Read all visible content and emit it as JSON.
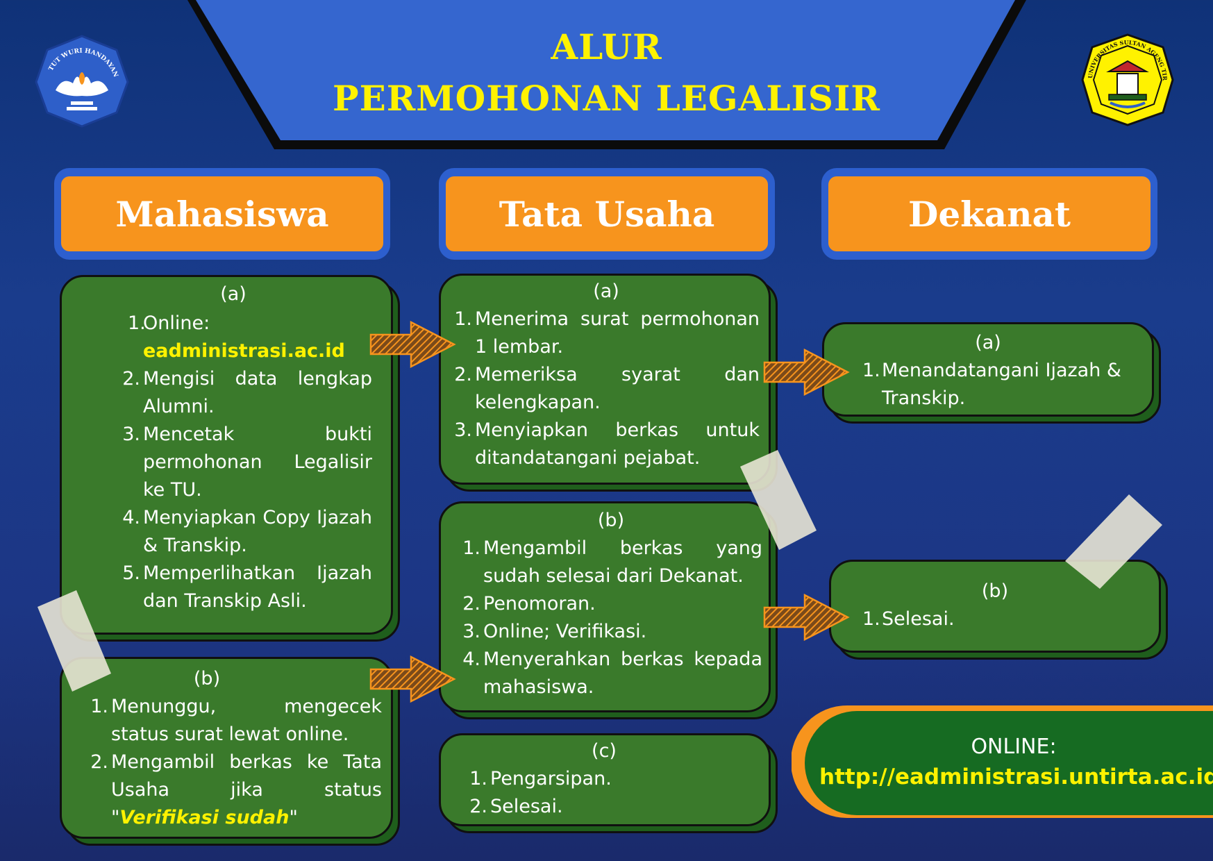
{
  "header": {
    "title_line1": "ALUR",
    "title_line2": "PERMOHONAN LEGALISIR",
    "left_logo_text": "TUT WURI HANDAYANI",
    "right_logo_text": "UNIVERSITAS SULTAN AGENG TIRTAYASA"
  },
  "columns": {
    "mahasiswa": "Mahasiswa",
    "tata_usaha": "Tata Usaha",
    "dekanat": "Dekanat"
  },
  "mahasiswa": {
    "a": {
      "label": "(a)",
      "items": [
        {
          "num": "1.",
          "text": "Online:",
          "link": "eadministrasi.ac.id"
        },
        {
          "num": "2.",
          "text": "Mengisi data lengkap Alumni."
        },
        {
          "num": "3.",
          "text": "Mencetak bukti permohonan Legalisir ke TU."
        },
        {
          "num": "4.",
          "text": "Menyiapkan Copy Ijazah & Transkip."
        },
        {
          "num": "5.",
          "text": "Memperlihatkan Ijazah dan Transkip Asli."
        }
      ]
    },
    "b": {
      "label": "(b)",
      "items": [
        {
          "num": "1.",
          "text": "Menunggu, mengecek status surat lewat online."
        },
        {
          "num": "2.",
          "text_before": "Mengambil berkas ke Tata Usaha jika status \"",
          "highlight": "Verifikasi sudah",
          "text_after": "\""
        }
      ]
    }
  },
  "tata_usaha": {
    "a": {
      "label": "(a)",
      "items": [
        {
          "num": "1.",
          "text": "Menerima surat permohonan 1 lembar."
        },
        {
          "num": "2.",
          "text": "Memeriksa syarat dan kelengkapan."
        },
        {
          "num": "3.",
          "text": "Menyiapkan berkas untuk ditandatangani pejabat."
        }
      ]
    },
    "b": {
      "label": "(b)",
      "items": [
        {
          "num": "1.",
          "text": "Mengambil berkas yang sudah selesai dari Dekanat."
        },
        {
          "num": "2.",
          "text": "Penomoran."
        },
        {
          "num": "3.",
          "text": "Online; Verifikasi."
        },
        {
          "num": "4.",
          "text": "Menyerahkan berkas kepada mahasiswa."
        }
      ]
    },
    "c": {
      "label": "(c)",
      "items": [
        {
          "num": "1.",
          "text": "Pengarsipan."
        },
        {
          "num": "2.",
          "text": "Selesai."
        }
      ]
    }
  },
  "dekanat": {
    "a": {
      "label": "(a)",
      "items": [
        {
          "num": "1.",
          "text": "Menandatangani Ijazah & Transkip."
        }
      ]
    },
    "b": {
      "label": "(b)",
      "items": [
        {
          "num": "1.",
          "text": "Selesai."
        }
      ]
    }
  },
  "online": {
    "label": "ONLINE:",
    "url": "http://eadministrasi.untirta.ac.id"
  },
  "colors": {
    "background": "#1a3c8c",
    "banner": "#3566cf",
    "title": "#fff200",
    "header_orange": "#f7941d",
    "box_green": "#3a7a2b",
    "shadow_green": "#1f5e1c",
    "arrow_orange": "#f7941d"
  }
}
